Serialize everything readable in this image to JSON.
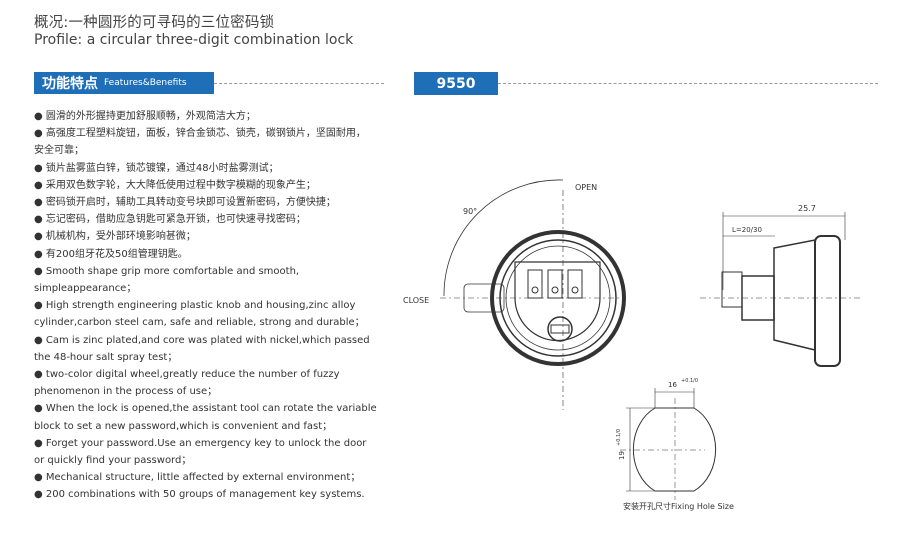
{
  "header": {
    "title_cn": "概况:一种圆形的可寻码的三位密码锁",
    "title_en": "Profile: a circular three-digit combination lock"
  },
  "features_section": {
    "label_cn": "功能特点",
    "label_en": "Features&Benefits",
    "items": [
      "● 圆滑的外形握持更加舒服顺畅，外观简洁大方；",
      "● 高强度工程塑料旋钮，面板，锌合金锁芯、锁壳，碳钢锁片，坚固耐用，",
      "安全可靠；",
      "● 锁片盐雾蓝白锌，锁芯镀镍，通过48小时盐雾测试；",
      "● 采用双色数字轮，大大降低使用过程中数字模糊的现象产生；",
      "● 密码锁开启时，辅助工具转动变号块即可设置新密码，方便快捷；",
      "● 忘记密码，借助应急钥匙可紧急开锁，也可快速寻找密码；",
      "● 机械机构，受外部环境影响甚微；",
      "● 有200组牙花及50组管理钥匙。",
      "● Smooth shape grip more comfortable and smooth,",
      "simpleappearance；",
      "● High strength engineering plastic knob and housing,zinc alloy",
      "cylinder,carbon steel cam, safe and reliable, strong and durable；",
      "● Cam is zinc plated,and core was plated with nickel,which passed",
      "the 48-hour salt spray test；",
      "● two-color digital wheel,greatly reduce the number of fuzzy",
      "phenomenon in the process of use；",
      "● When the lock is opened,the assistant tool can rotate the variable",
      "block to set a new password,which is convenient and fast；",
      "● Forget your password.Use an emergency key to unlock the door",
      "or quickly find your password；",
      "● Mechanical structure, little affected by external environment；",
      "● 200 combinations with 50 groups of management key systems."
    ]
  },
  "model": {
    "label": "9550"
  },
  "drawing": {
    "open_label": "OPEN",
    "close_label": "CLOSE",
    "angle_label": "90°",
    "dim_total": "25.7",
    "dim_l": "L=20/30",
    "dim_width": "16",
    "dim_width_tol": "+0.1/0",
    "dim_height": "19",
    "dim_height_tol": "+0.1/0",
    "hole_caption": "安装开孔尺寸Fixing Hole Size"
  },
  "colors": {
    "brand_blue": "#1e6fb8",
    "line": "#333333",
    "dashed": "#999999"
  }
}
